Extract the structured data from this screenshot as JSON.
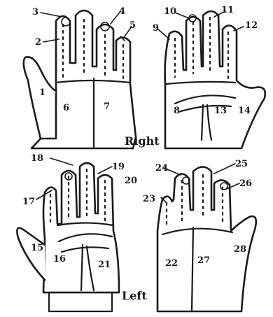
{
  "captions": {
    "right": "Right",
    "left": "Left"
  },
  "labels": {
    "n1": "1",
    "n2": "2",
    "n3": "3",
    "n4": "4",
    "n5": "5",
    "n6": "6",
    "n7": "7",
    "n8": "8",
    "n9": "9",
    "n10": "10",
    "n11": "11",
    "n12": "12",
    "n13": "13",
    "n14": "14",
    "n15": "15",
    "n16": "16",
    "n17": "17",
    "n18": "18",
    "n19": "19",
    "n20": "20",
    "n21": "21",
    "n22": "22",
    "n23": "23",
    "n24": "24",
    "n25": "25",
    "n26": "26",
    "n27": "27",
    "n28": "28"
  }
}
